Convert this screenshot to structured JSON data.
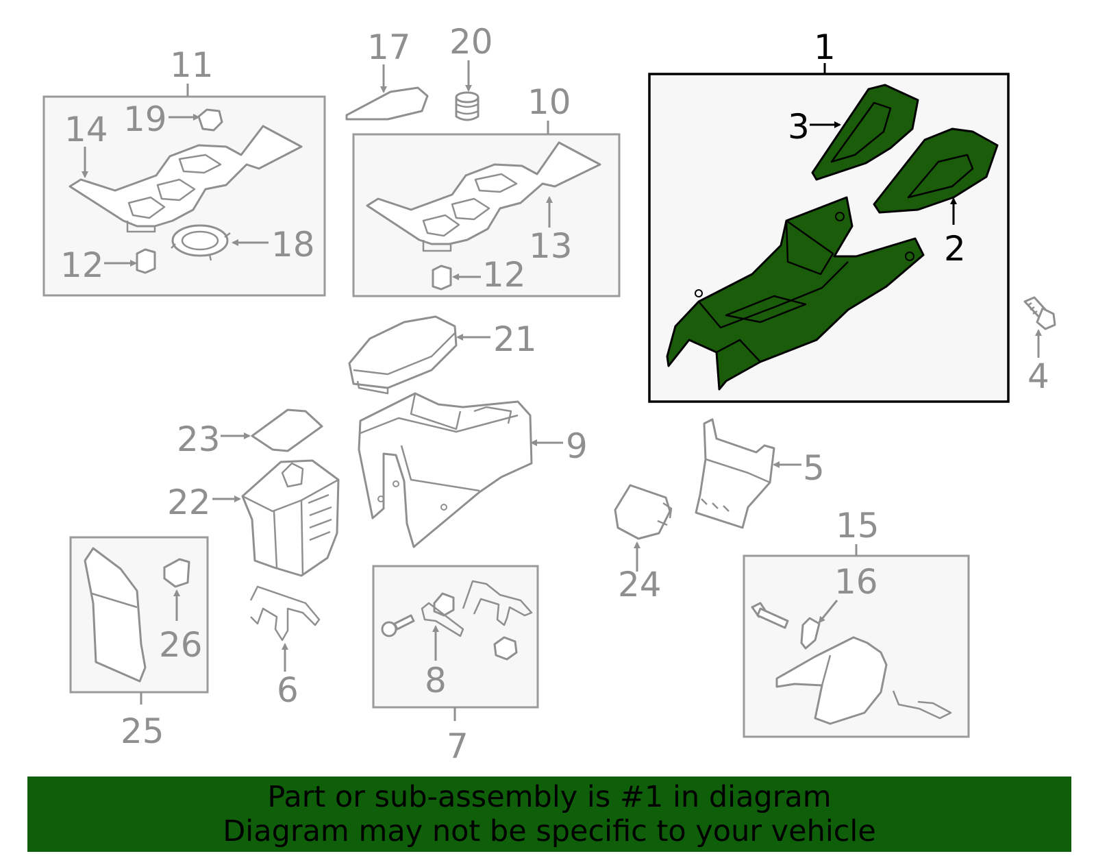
{
  "diagram": {
    "highlighted_part": "1",
    "highlight_color": "#0f5e0a",
    "callouts": {
      "c1": "1",
      "c2": "2",
      "c3": "3",
      "c4": "4",
      "c5": "5",
      "c6": "6",
      "c7": "7",
      "c8": "8",
      "c9": "9",
      "c10": "10",
      "c11": "11",
      "c12a": "12",
      "c12b": "12",
      "c13": "13",
      "c14": "14",
      "c15": "15",
      "c16": "16",
      "c17": "17",
      "c18": "18",
      "c19": "19",
      "c20": "20",
      "c21": "21",
      "c22": "22",
      "c23": "23",
      "c24": "24",
      "c25": "25",
      "c26": "26"
    }
  },
  "banner": {
    "line1": "Part or sub-assembly is #1 in diagram",
    "line2": "Diagram may not be specific to your vehicle"
  }
}
